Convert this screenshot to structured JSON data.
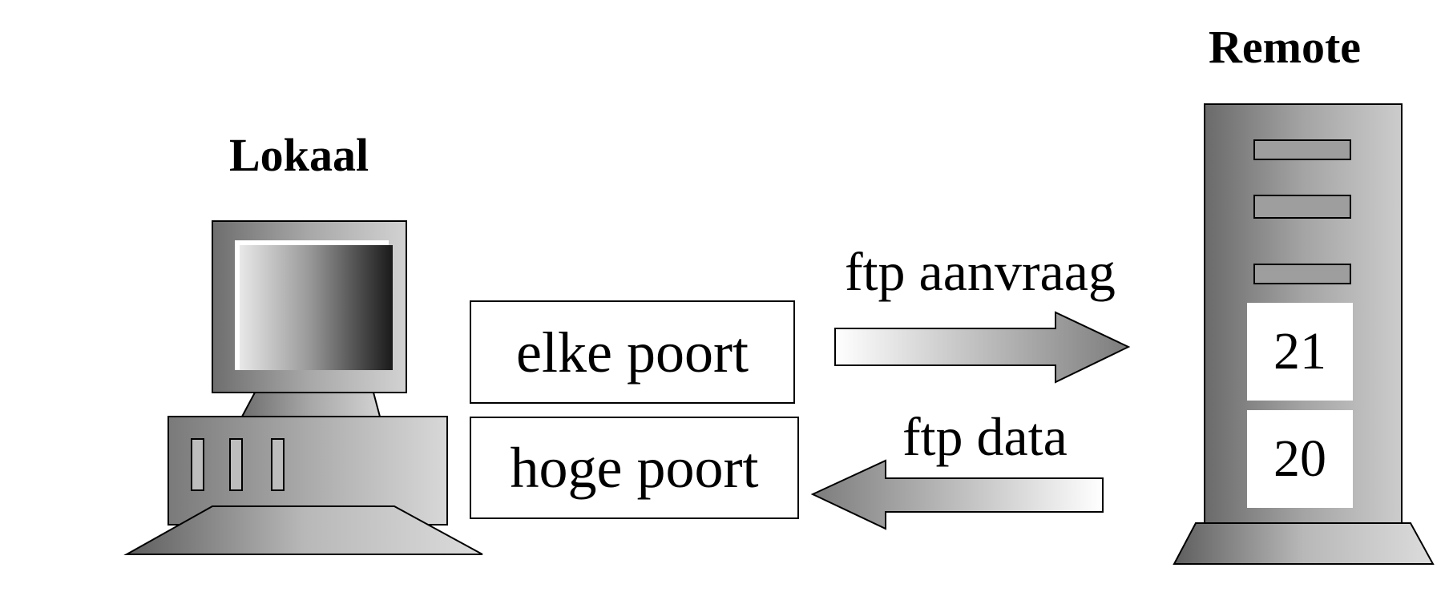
{
  "local": {
    "title": "Lokaal"
  },
  "remote": {
    "title": "Remote",
    "ports": [
      "21",
      "20"
    ]
  },
  "ports": {
    "any_port": "elke poort",
    "high_port": "hoge poort"
  },
  "arrows": {
    "request": "ftp aanvraag",
    "data": "ftp data"
  }
}
